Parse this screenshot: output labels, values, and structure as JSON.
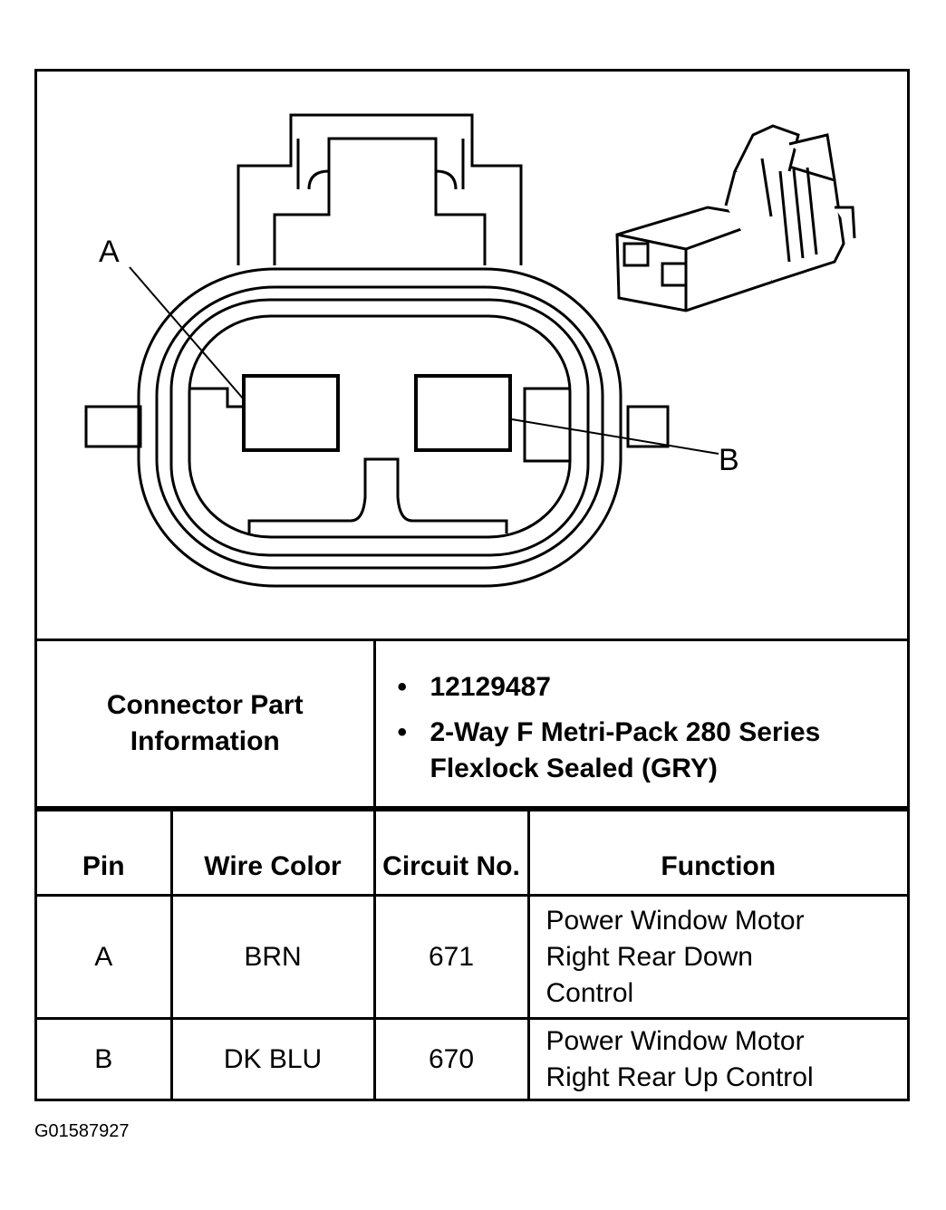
{
  "diagram": {
    "pin_labels": [
      "A",
      "B"
    ]
  },
  "connector_part": {
    "heading": "Connector Part Information",
    "details": [
      "12129487",
      "2-Way F Metri-Pack 280 Series Flexlock Sealed (GRY)"
    ]
  },
  "pin_table": {
    "headers": [
      "Pin",
      "Wire Color",
      "Circuit No.",
      "Function"
    ],
    "rows": [
      [
        "A",
        "BRN",
        "671",
        "Power Window Motor\nRight Rear Down\nControl"
      ],
      [
        "B",
        "DK BLU",
        "670",
        "Power Window Motor\nRight Rear Up Control"
      ]
    ]
  },
  "figure_id": "G01587927"
}
